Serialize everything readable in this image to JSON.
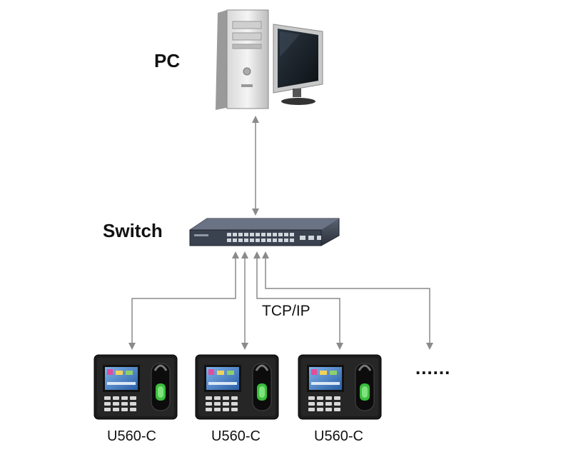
{
  "labels": {
    "pc": "PC",
    "switch": "Switch",
    "protocol": "TCP/IP",
    "ellipsis": "......"
  },
  "devices": [
    {
      "model": "U560-C"
    },
    {
      "model": "U560-C"
    },
    {
      "model": "U560-C"
    }
  ],
  "colors": {
    "line": "#8a8a8a",
    "switch_body": "#3a4250",
    "device_body": "#1c1c1c",
    "screen": "#3a7cc9"
  }
}
